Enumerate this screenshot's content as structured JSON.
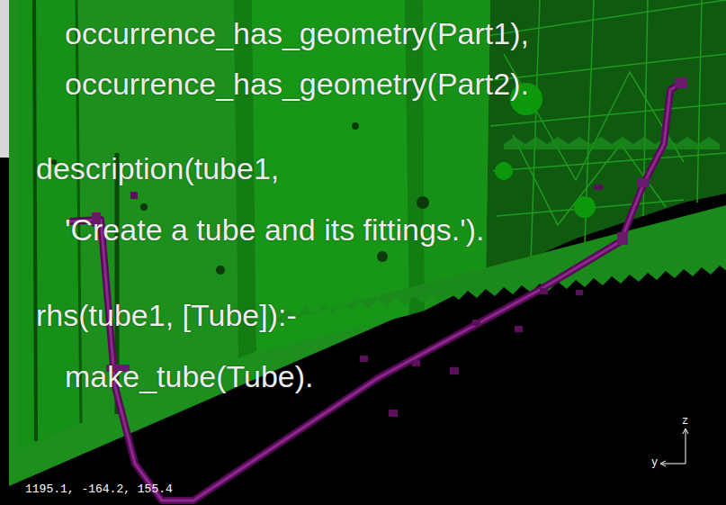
{
  "diagram": {
    "labels": [
      "occurrence_has_geometry(Part1),",
      "occurrence_has_geometry(Part2).",
      "description(tube1,",
      "'Create a tube and its fittings.').",
      "rhs(tube1, [Tube]):-",
      "make_tube(Tube).",
      "1195.1, -164.2, 155.4",
      "z",
      "y"
    ]
  }
}
